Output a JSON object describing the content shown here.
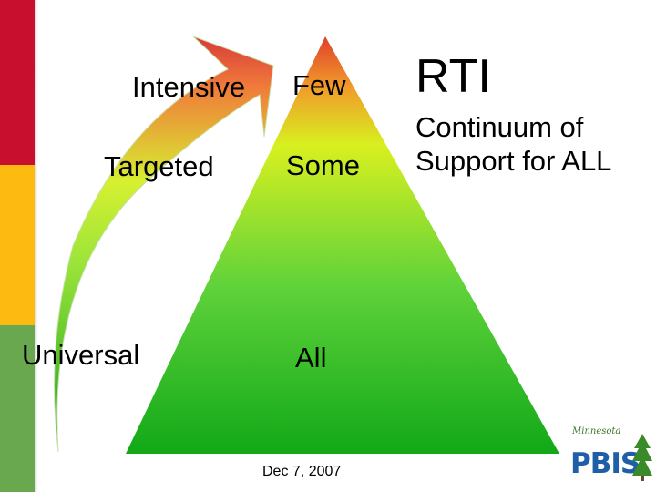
{
  "rti_title": "RTI",
  "rti_subtitle": [
    "Continuum of",
    "Support for ALL"
  ],
  "tiers": [
    {
      "level": "Intensive",
      "reach": "Few"
    },
    {
      "level": "Targeted",
      "reach": "Some"
    },
    {
      "level": "Universal",
      "reach": "All"
    }
  ],
  "footer_date": "Dec 7, 2007",
  "logo": {
    "script": "Minnesota",
    "text": "PBIS"
  },
  "colors": {
    "band_red": "#c8102e",
    "band_yellow": "#fdbb11",
    "band_green": "#6aa84f",
    "pyramid_top": "#e0402a",
    "pyramid_mid": "#d8f020",
    "pyramid_base": "#12a818",
    "logo_blue": "#1f5fa8"
  }
}
